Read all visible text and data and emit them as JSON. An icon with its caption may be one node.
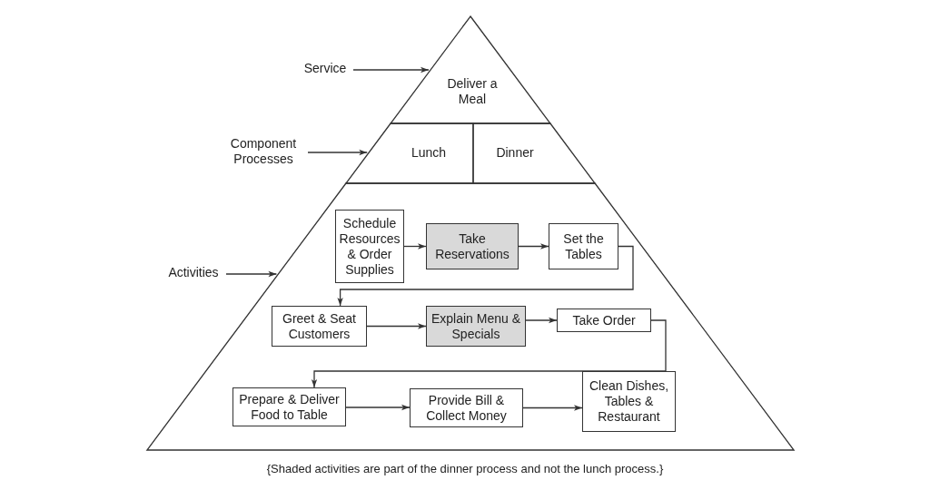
{
  "diagram": {
    "caption": "{Shaded activities are part of the dinner process and not the lunch process.}",
    "nodes": [
      {
        "text": [
          "Service"
        ]
      },
      {
        "text": [
          "Component Processes"
        ]
      },
      {
        "text": [
          "Activities"
        ]
      },
      {
        "text": [
          "Deliver a Meal"
        ]
      },
      {
        "text": [
          "Lunch"
        ]
      },
      {
        "text": [
          "Dinner"
        ]
      },
      {
        "text": [],
        "shape": "trapezoid"
      },
      {
        "text": [
          "Schedule Resources & Order Supplies"
        ],
        "in": 6
      },
      {
        "text": [
          "Take Reservations"
        ],
        "in": 6
      },
      {
        "text": [
          "Set the Tables"
        ],
        "in": 6
      },
      {
        "text": [
          "Greet & Seat Customers"
        ],
        "in": 6
      },
      {
        "text": [
          "Explain Menu & Specials"
        ],
        "in": 6
      },
      {
        "text": [
          "Take Order"
        ],
        "in": 6
      },
      {
        "text": [
          "Prepare & Deliver Food to Table"
        ],
        "in": 6
      },
      {
        "text": [
          "Provide Bill & Collect Money"
        ],
        "in": 6
      },
      {
        "text": [
          "Clean Dishes, Tables & Restaurant"
        ],
        "in": 6
      }
    ],
    "edges": [
      {
        "from": 0,
        "to": 3,
        "arrow": "to"
      },
      {
        "from": 1,
        "to": 4,
        "arrow": "to"
      },
      {
        "from": 2,
        "to": 6,
        "arrow": "to"
      },
      {
        "from": 7,
        "to": 8,
        "arrow": "to"
      },
      {
        "from": 8,
        "to": 9,
        "arrow": "to"
      },
      {
        "from": 9,
        "to": 10,
        "arrow": "to"
      },
      {
        "from": 10,
        "to": 11,
        "arrow": "to"
      },
      {
        "from": 11,
        "to": 12,
        "arrow": "to"
      },
      {
        "from": 12,
        "to": 13,
        "arrow": "to"
      },
      {
        "from": 13,
        "to": 14,
        "arrow": "to"
      },
      {
        "from": 14,
        "to": 15,
        "arrow": "to"
      }
    ]
  }
}
